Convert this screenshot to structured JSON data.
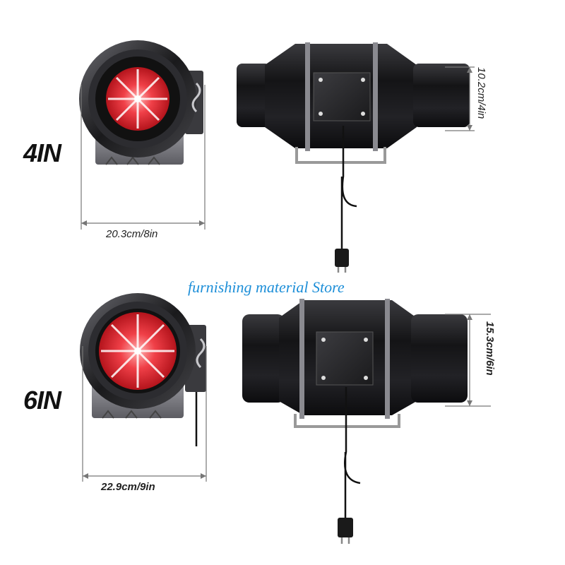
{
  "top_variant": {
    "size_label": "4IN",
    "width_dim": "20.3cm/8in",
    "diameter_dim": "10.2cm/4in"
  },
  "bottom_variant": {
    "size_label": "6IN",
    "width_dim": "22.9cm/9in",
    "diameter_dim": "15.3cm/6in"
  },
  "watermark": "furnishing material Store",
  "colors": {
    "fan_red": "#e8323a",
    "housing_dark": "#1c1c1e",
    "watermark_blue": "#1e8fd8"
  }
}
